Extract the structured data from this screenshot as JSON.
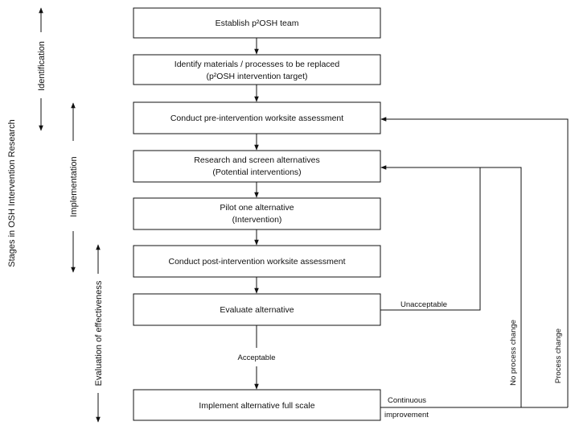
{
  "title_vertical": "Stages in OSH Intervention Research",
  "stages": [
    {
      "id": "identification",
      "label": "Identification"
    },
    {
      "id": "implementation",
      "label": "Implementation"
    },
    {
      "id": "evaluation",
      "label": "Evaluation of effectiveness"
    }
  ],
  "steps": [
    {
      "id": "step-1",
      "lines": [
        "Establish p²OSH team"
      ]
    },
    {
      "id": "step-2",
      "lines": [
        "Identify materials / processes to be replaced",
        "(p²OSH intervention target)"
      ]
    },
    {
      "id": "step-3",
      "lines": [
        "Conduct pre-intervention worksite assessment"
      ]
    },
    {
      "id": "step-4",
      "lines": [
        "Research and screen alternatives",
        "(Potential interventions)"
      ]
    },
    {
      "id": "step-5",
      "lines": [
        "Pilot one alternative",
        "(Intervention)"
      ]
    },
    {
      "id": "step-6",
      "lines": [
        "Conduct post-intervention worksite assessment"
      ]
    },
    {
      "id": "step-7",
      "lines": [
        "Evaluate alternative"
      ]
    },
    {
      "id": "step-8",
      "lines": [
        "Implement alternative full scale"
      ]
    }
  ],
  "edge_labels": {
    "acceptable": "Acceptable",
    "unacceptable": "Unacceptable",
    "continuous": "Continuous",
    "improvement": "improvement",
    "no_process_change": "No process change",
    "process_change": "Process change"
  }
}
